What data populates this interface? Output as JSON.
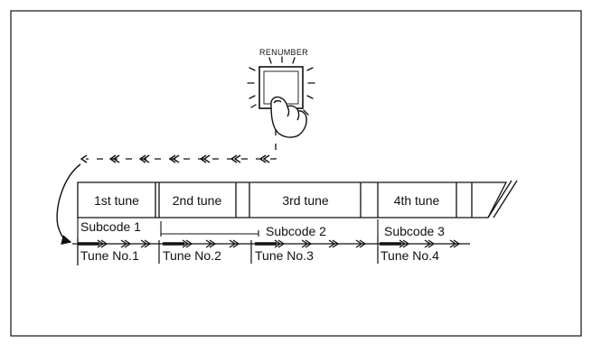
{
  "button": {
    "label": "RENUMBER",
    "icons": [
      "finger-press-icon",
      "glow-rays-icon"
    ]
  },
  "tunes": [
    {
      "label": "1st tune"
    },
    {
      "label": "2nd tune"
    },
    {
      "label": "3rd tune"
    },
    {
      "label": "4th tune"
    }
  ],
  "subcodes": [
    {
      "label": "Subcode 1"
    },
    {
      "label": "Subcode 2"
    },
    {
      "label": "Subcode 3"
    }
  ],
  "tune_numbers": [
    {
      "label": "Tune No.1"
    },
    {
      "label": "Tune No.2"
    },
    {
      "label": "Tune No.3"
    },
    {
      "label": "Tune No.4"
    }
  ],
  "colors": {
    "ink": "#111111",
    "background": "#ffffff"
  }
}
